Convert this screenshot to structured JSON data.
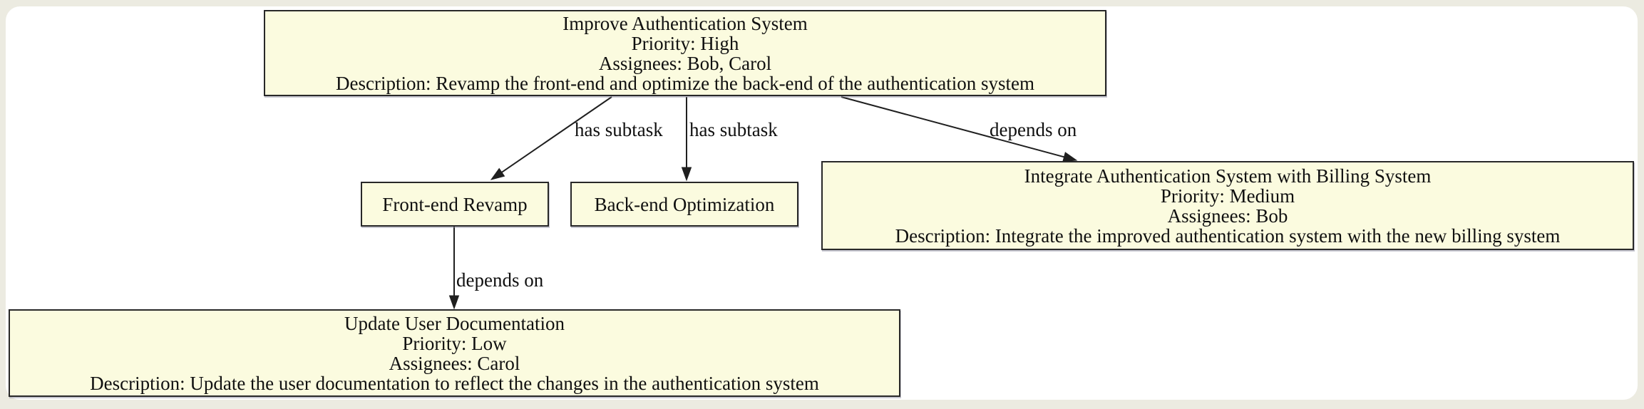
{
  "diagram": {
    "type": "task-dependency-graph",
    "colors": {
      "page_background": "#ecebe1",
      "canvas_background": "#ffffff",
      "node_fill": "#fbfbdf",
      "node_border": "#282828",
      "edge": "#1f1f1f",
      "text": "#101010"
    },
    "nodes": [
      {
        "id": "improve-authentication-system",
        "title": "Improve Authentication System",
        "priority": "Priority: High",
        "assignees": "Assignees: Bob, Carol",
        "description": "Description: Revamp the front-end and optimize the back-end of the authentication system"
      },
      {
        "id": "front-end-revamp",
        "title": "Front-end Revamp"
      },
      {
        "id": "back-end-optimization",
        "title": "Back-end Optimization"
      },
      {
        "id": "integrate-authentication-with-billing",
        "title": "Integrate Authentication System with Billing System",
        "priority": "Priority: Medium",
        "assignees": "Assignees: Bob",
        "description": "Description: Integrate the improved authentication system with the new billing system"
      },
      {
        "id": "update-user-documentation",
        "title": "Update User Documentation",
        "priority": "Priority: Low",
        "assignees": "Assignees: Carol",
        "description": "Description: Update the user documentation to reflect the changes in the authentication system"
      }
    ],
    "edges": [
      {
        "from": "improve-authentication-system",
        "to": "front-end-revamp",
        "label": "has subtask"
      },
      {
        "from": "improve-authentication-system",
        "to": "back-end-optimization",
        "label": "has subtask"
      },
      {
        "from": "improve-authentication-system",
        "to": "integrate-authentication-with-billing",
        "label": "depends on"
      },
      {
        "from": "front-end-revamp",
        "to": "update-user-documentation",
        "label": "depends on"
      }
    ]
  }
}
